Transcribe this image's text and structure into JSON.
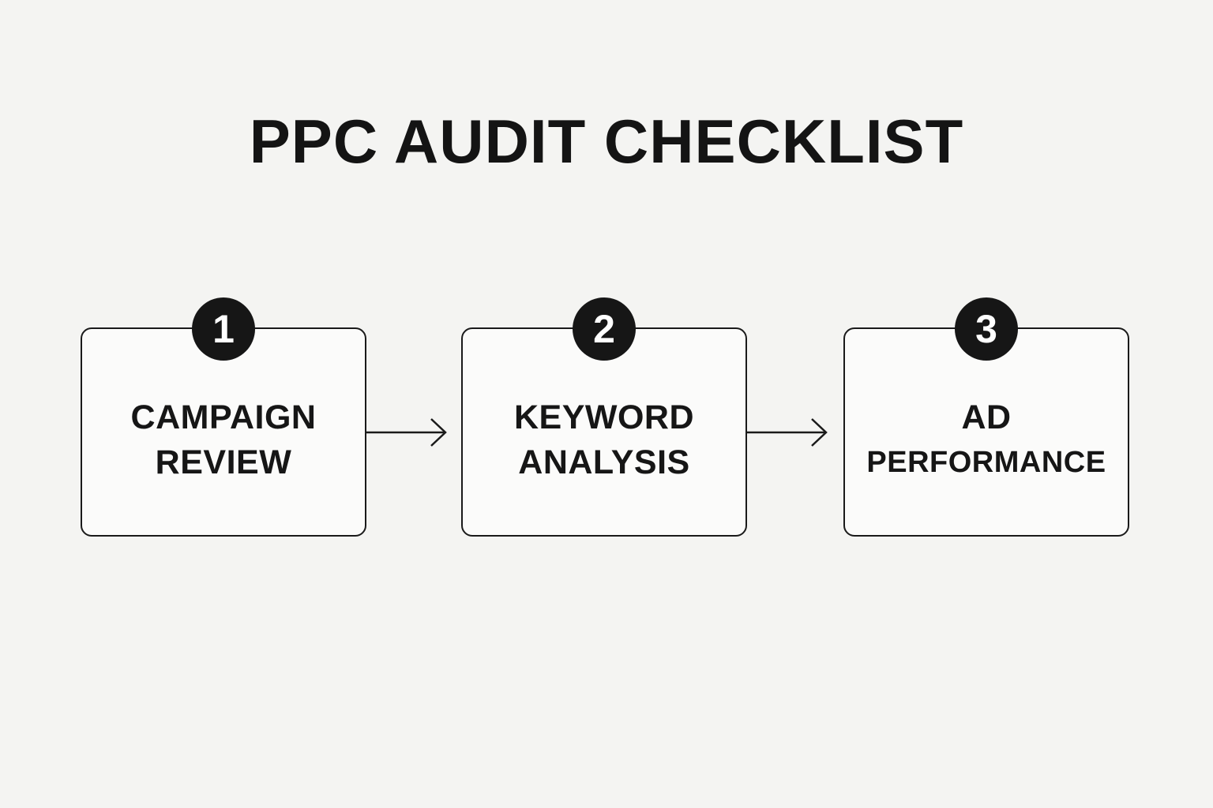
{
  "title": "PPC AUDIT CHECKLIST",
  "steps": [
    {
      "number": "1",
      "lines": [
        "CAMPAIGN",
        "REVIEW"
      ]
    },
    {
      "number": "2",
      "lines": [
        "KEYWORD",
        "ANALYSIS"
      ]
    },
    {
      "number": "3",
      "lines": [
        "AD",
        "PERFORMANCE"
      ]
    }
  ],
  "colors": {
    "background": "#f4f4f2",
    "ink": "#161616",
    "box_fill": "#fbfbfa",
    "badge_text": "#ffffff"
  },
  "icons": [
    "arrow-right-icon",
    "arrow-right-icon"
  ]
}
